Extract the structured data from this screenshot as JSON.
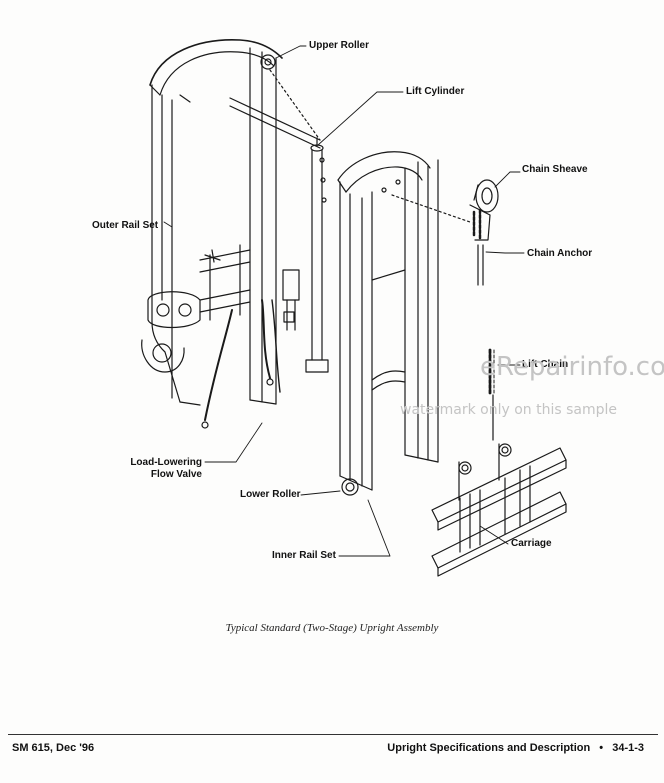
{
  "figure": {
    "callouts": {
      "upper_roller": "Upper Roller",
      "lift_cylinder": "Lift Cylinder",
      "chain_sheave": "Chain Sheave",
      "outer_rail_set": "Outer Rail Set",
      "chain_anchor": "Chain Anchor",
      "lift_chain": "Lift Chain",
      "load_lowering_1": "Load-Lowering",
      "load_lowering_2": "Flow Valve",
      "lower_roller": "Lower Roller",
      "carriage": "Carriage",
      "inner_rail_set": "Inner Rail Set"
    },
    "caption": "Typical Standard (Two-Stage) Upright Assembly"
  },
  "watermark": {
    "site": "eRepairinfo.com",
    "note": "watermark only on this sample"
  },
  "footer": {
    "left": "SM 615, Dec '96",
    "right_title": "Upright Specifications and Description",
    "bullet": "•",
    "page_number": "34-1-3"
  }
}
